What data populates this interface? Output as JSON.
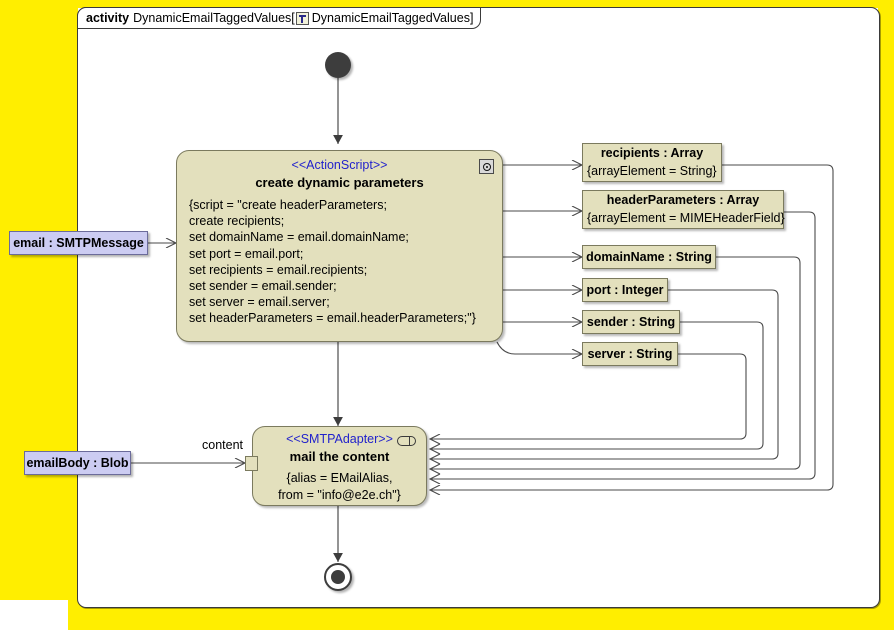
{
  "frame": {
    "keyword": "activity",
    "name": "DynamicEmailTaggedValues",
    "bracket_open": "[",
    "bracket_close": "]",
    "diagram_icon": "activity-diagram-icon",
    "diagram_name": "DynamicEmailTaggedValues"
  },
  "colors": {
    "background": "#ffee00",
    "node_fill": "#e3e0bd",
    "node_border": "#7b7a5e",
    "input_fill": "#ccccf2",
    "input_border": "#6b6b9a",
    "stereotype_text": "#2222cc",
    "line": "#4a4a4a",
    "frame_bg": "#ffffff"
  },
  "nodes": {
    "initial": {
      "label": "initial-node"
    },
    "final": {
      "label": "activity-final-node"
    },
    "action_script": {
      "stereotype": "<<ActionScript>>",
      "title": "create dynamic parameters",
      "icon": "script-behavior-icon",
      "script_lines": [
        "{script = \"create headerParameters;",
        "create recipients;",
        "set domainName = email.domainName;",
        "set port = email.port;",
        "set recipients = email.recipients;",
        "set sender = email.sender;",
        "set server = email.server;",
        "set headerParameters = email.headerParameters;\"}"
      ]
    },
    "smtp_adapter": {
      "stereotype": "<<SMTPAdapter>>",
      "title": "mail the content",
      "icon": "adapter-pill-icon",
      "tagged_lines": [
        "{alias = EMailAlias,",
        "from = \"info@e2e.ch\"}"
      ],
      "input_pin_label": "content"
    }
  },
  "inputs": [
    {
      "label": "email : SMTPMessage"
    },
    {
      "label": "emailBody : Blob"
    }
  ],
  "outputs": [
    {
      "name": "recipients : Array",
      "tag": "{arrayElement = String}"
    },
    {
      "name": "headerParameters : Array",
      "tag": "{arrayElement = MIMEHeaderField}"
    },
    {
      "name": "domainName : String",
      "tag": ""
    },
    {
      "name": "port : Integer",
      "tag": ""
    },
    {
      "name": "sender : String",
      "tag": ""
    },
    {
      "name": "server : String",
      "tag": ""
    }
  ]
}
